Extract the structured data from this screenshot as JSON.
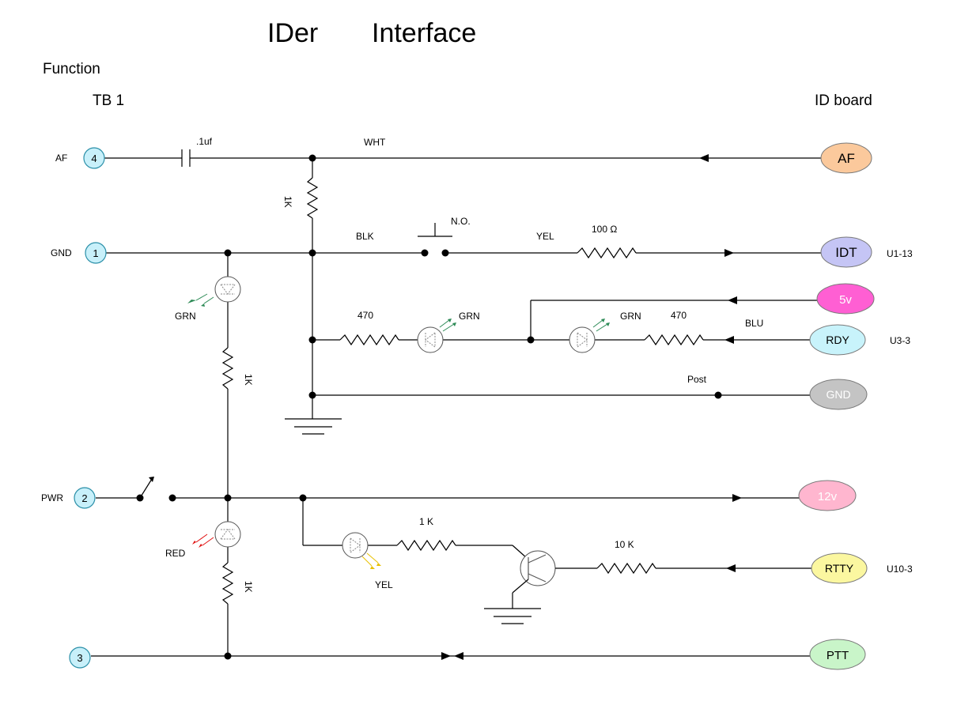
{
  "title_left": "IDer",
  "title_right": "Interface",
  "function_label": "Function",
  "tb1_label": "TB 1",
  "idboard_label": "ID board",
  "left_labels": {
    "af": "AF",
    "gnd": "GND",
    "pwr": "PWR"
  },
  "terminals": {
    "t4": "4",
    "t1": "1",
    "t2": "2",
    "t3": "3"
  },
  "right_connectors": {
    "af": {
      "label": "AF",
      "fill": "#fbc99c",
      "text_color": "#000000"
    },
    "idt": {
      "label": "IDT",
      "fill": "#c5c5f5",
      "text_color": "#000000"
    },
    "v5": {
      "label": "5v",
      "fill": "#ff5fd3",
      "text_color": "#ffffff"
    },
    "rdy": {
      "label": "RDY",
      "fill": "#c8f3fb",
      "text_color": "#000000"
    },
    "gnd": {
      "label": "GND",
      "fill": "#c4c4c4",
      "text_color": "#ffffff"
    },
    "v12": {
      "label": "12v",
      "fill": "#ffb6cf",
      "text_color": "#ffffff"
    },
    "rtty": {
      "label": "RTTY",
      "fill": "#fbf7a0",
      "text_color": "#000000"
    },
    "ptt": {
      "label": "PTT",
      "fill": "#c9f5c9",
      "text_color": "#000000"
    }
  },
  "pin_labels": {
    "u1_13": "U1-13",
    "u3_3": "U3-3",
    "u10_3": "U10-3"
  },
  "wire_labels": {
    "wht": "WHT",
    "blk": "BLK",
    "yel_top": "YEL",
    "blu": "BLU",
    "grn_left": "GRN",
    "grn_mid": "GRN",
    "grn_right": "GRN",
    "red": "RED",
    "yel_bottom": "YEL"
  },
  "components": {
    "cap": ".1uf",
    "r_af": "1K",
    "switch_no": "N.O.",
    "r_100": "100 Ω",
    "r_470_left": "470",
    "r_470_right": "470",
    "r_1k_vertical_upper": "1K",
    "r_1k_vertical_lower": "1K",
    "r_1k_horizontal": "1 K",
    "r_10k": "10 K",
    "post": "Post"
  },
  "colors": {
    "led_green": "#2e8b57",
    "led_red": "#e01010",
    "led_yellow": "#e8c000"
  }
}
